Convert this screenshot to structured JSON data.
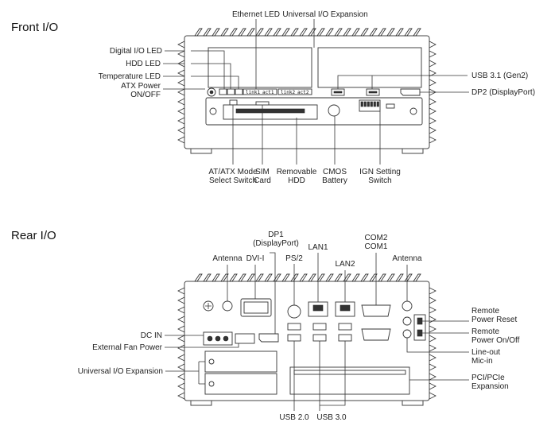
{
  "front": {
    "title": "Front I/O",
    "labels": {
      "ethernet_led": "Ethernet LED",
      "universal_io_expansion": "Universal I/O Expansion",
      "digital_io_led": "Digital I/O LED",
      "hdd_led": "HDD LED",
      "temperature_led": "Temperature LED",
      "atx_power_1": "ATX Power",
      "atx_power_2": "ON/OFF",
      "usb31": "USB 3.1 (Gen2)",
      "dp2": "DP2 (DisplayPort)",
      "at_atx_1": "AT/ATX Mode",
      "at_atx_2": "Select Switch",
      "sim_1": "SIM",
      "sim_2": "Card",
      "hdd_1": "Removable",
      "hdd_2": "HDD",
      "cmos_1": "CMOS",
      "cmos_2": "Battery",
      "ign_1": "IGN Setting",
      "ign_2": "Switch"
    },
    "slot_text": {
      "link1": "link1",
      "act1": "act1",
      "link2": "link2",
      "act2": "act2"
    }
  },
  "rear": {
    "title": "Rear I/O",
    "labels": {
      "dp1_1": "DP1",
      "dp1_2": "(DisplayPort)",
      "com2": "COM2",
      "com1": "COM1",
      "antenna_left": "Antenna",
      "dvi": "DVI-I",
      "ps2": "PS/2",
      "lan1": "LAN1",
      "lan2": "LAN2",
      "antenna_right": "Antenna",
      "remote_reset_1": "Remote",
      "remote_reset_2": "Power Reset",
      "remote_onoff_1": "Remote",
      "remote_onoff_2": "Power On/Off",
      "lineout": "Line-out",
      "micin": "Mic-in",
      "dc_in": "DC IN",
      "fan_power": "External Fan Power",
      "universal_io": "Universal I/O Expansion",
      "pci_1": "PCI/PCIe",
      "pci_2": "Expansion",
      "usb20": "USB 2.0",
      "usb30": "USB 3.0"
    }
  }
}
